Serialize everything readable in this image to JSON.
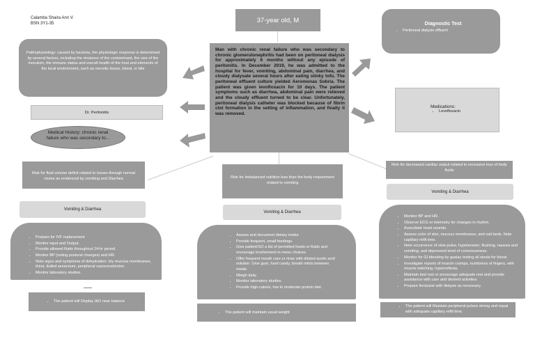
{
  "author": {
    "name": "Calamba Shaira Ann V.",
    "section": "BSN 3Y1-35"
  },
  "patient": "37-year old, M",
  "diagnostic": {
    "title": "Diagnostic Test",
    "items": [
      "Peritoneal dialysis effluent"
    ]
  },
  "medications": {
    "title": "Medications:",
    "items": [
      "Levofloxacin"
    ]
  },
  "pathophysiology": "Pathophysiology: caused by bacteria, the physiologic response is determined by several factors, including the virulence of the contaminant, the size of the inoculum, the immune status and overall health of the host and elements of the local environment, such as necrotic tissue, blood, or bile",
  "diagnosis": "Dr. Peritonitis",
  "medical_history": "Medical History: chronic renal failure who was secondary to...",
  "case_text": "Man with chronic renal failure who was secondary to chronic glomerulonephritis had been on peritoneal dialysis for approximately 6 months without any episode of peritonitis. In December 2019, he was admitted to the hospital for fever, vomiting, abdominal pain, diarrhea, and cloudy dialysate several hours after eating stinky tofu. The peritoneal effluent culture yielded Aeromonas Sobria. The patient was given levofloxacin for 10 days. The patient symptoms such as diarrhea, abdominal pain were relieved and the cloudy effluent turned to be clear. Unfortunately, peritoneal dialysis catheter was blocked because of fibrin clot formation in the setting of inflammation, and finally it was removed.",
  "columns": [
    {
      "risk": "Risk for fluid volume deficit related to losses through normal routes as evidenced by vomiting and Diarrhea",
      "cause": "Vomiting & Diarrhea",
      "interventions": [
        "Prepare for IVF replacement",
        "Monitor input and Output.",
        "Provide allowed fluids throughout 24-hr period.",
        "Monitor BP (noting postural changes) and HR.",
        "Note signs and symptoms of dehydration: dry mucous membranes, thirst, dulled sensorium, peripheral vasoconstriction.",
        "Monitor laboratory studies."
      ],
      "outcome": "The patient will Display I&O near balance"
    },
    {
      "risk": "Risk for imbalanced nutrition less than the body requirement related to vomiting",
      "cause": "Vomiting & Diarrhea",
      "interventions": [
        "Assess and document dietary intake",
        "Provide frequent, small feedings.",
        "Give patient/SO a list of permitted foods or fluids and encourage involvement in menu choices",
        "Offer frequent mouth care or rinse with diluted acetic acid solution. Give gum, hard candy, breath mints between meals.",
        "Weigh daily.",
        "Monitor laboratory studies.",
        "Provide high-calorie, low to moderate protein diet."
      ],
      "outcome": "The patient will maintain usual weight"
    },
    {
      "risk": "Risk for decreased cardiac output related to excessive loss of body fluids",
      "cause": "Vomiting & Diarrhea",
      "interventions": [
        "Monitor BP and HR.",
        "Observe ECG or telemetry for changes in rhythm.",
        "Auscultate heart sounds.",
        "Assess color of skin, mucous membranes, and nail beds. Note capillary refill time.",
        "Note occurrence of slow pulse, hypotension, flushing, nausea and vomiting, and depressed level of consciousness.",
        "Monitor for GI bleeding by guaiac testing all stools for blood.",
        "Investigate reports of muscle cramps, numbness of fingers, with muscle twitching, hyperreflexia.",
        "Maintain bed rest or encourage adequate rest and provide assistance with care and desired activities.",
        "Prepare for/assist with dialysis as necessary."
      ],
      "outcome": "The patient will Maintain peripheral pulses strong and equal with adequate capillary refill time."
    }
  ]
}
